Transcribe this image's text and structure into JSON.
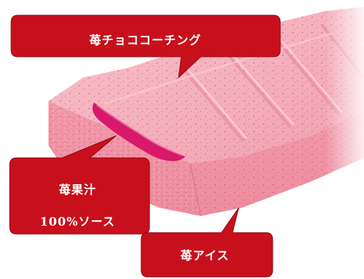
{
  "callouts": {
    "coating": "苺チョココーチング",
    "sauce_line1": "苺果汁",
    "sauce_line2": "100%ソース",
    "icecream": "苺アイス"
  },
  "colors": {
    "callout_red": "#c8101c",
    "bar_pink": "#f3a9b6",
    "bar_side": "#ee95a4",
    "sauce_magenta": "#d8186a",
    "speckle": "#d2384f"
  }
}
